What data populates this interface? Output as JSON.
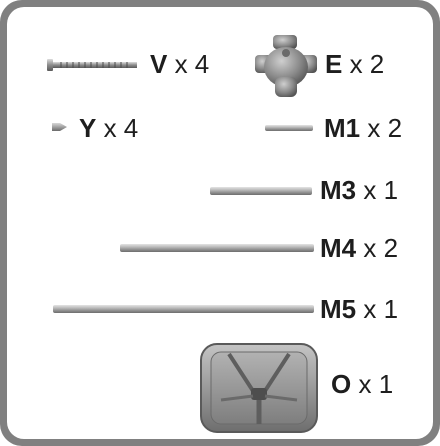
{
  "parts": [
    {
      "code": "V",
      "qty": "x 4",
      "icon": "screw-icon"
    },
    {
      "code": "E",
      "qty": "x 2",
      "icon": "connector-joint-icon"
    },
    {
      "code": "Y",
      "qty": "x 4",
      "icon": "end-cap-icon"
    },
    {
      "code": "M1",
      "qty": "x 2",
      "icon": "short-tube-icon"
    },
    {
      "code": "M3",
      "qty": "x 1",
      "icon": "tube-icon"
    },
    {
      "code": "M4",
      "qty": "x 2",
      "icon": "tube-icon"
    },
    {
      "code": "M5",
      "qty": "x 1",
      "icon": "long-tube-icon"
    },
    {
      "code": "O",
      "qty": "x 1",
      "icon": "seat-harness-icon"
    }
  ],
  "colors": {
    "frame": "#808080",
    "text": "#1e1e1e",
    "metal_light": "#e4e4e4",
    "metal_dark": "#6d6d6d",
    "seat": "#9a9a9a"
  }
}
